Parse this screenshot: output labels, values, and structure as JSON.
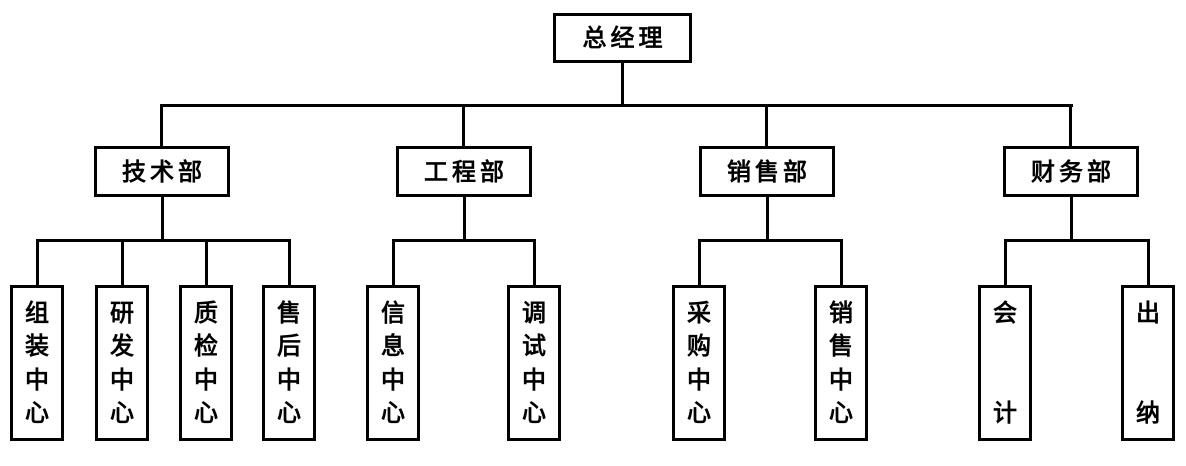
{
  "chart": {
    "type": "org-chart",
    "line_color": "#000000",
    "box_background": "#ffffff",
    "root": {
      "label": "总经理"
    },
    "departments": [
      {
        "label": "技术部",
        "children": [
          {
            "label": "组装中心"
          },
          {
            "label": "研发中心"
          },
          {
            "label": "质检中心"
          },
          {
            "label": "售后中心"
          }
        ]
      },
      {
        "label": "工程部",
        "children": [
          {
            "label": "信息中心"
          },
          {
            "label": "调试中心"
          }
        ]
      },
      {
        "label": "销售部",
        "children": [
          {
            "label": "采购中心"
          },
          {
            "label": "销售中心"
          }
        ]
      },
      {
        "label": "财务部",
        "children": [
          {
            "label": "会计"
          },
          {
            "label": "出纳"
          }
        ]
      }
    ]
  }
}
